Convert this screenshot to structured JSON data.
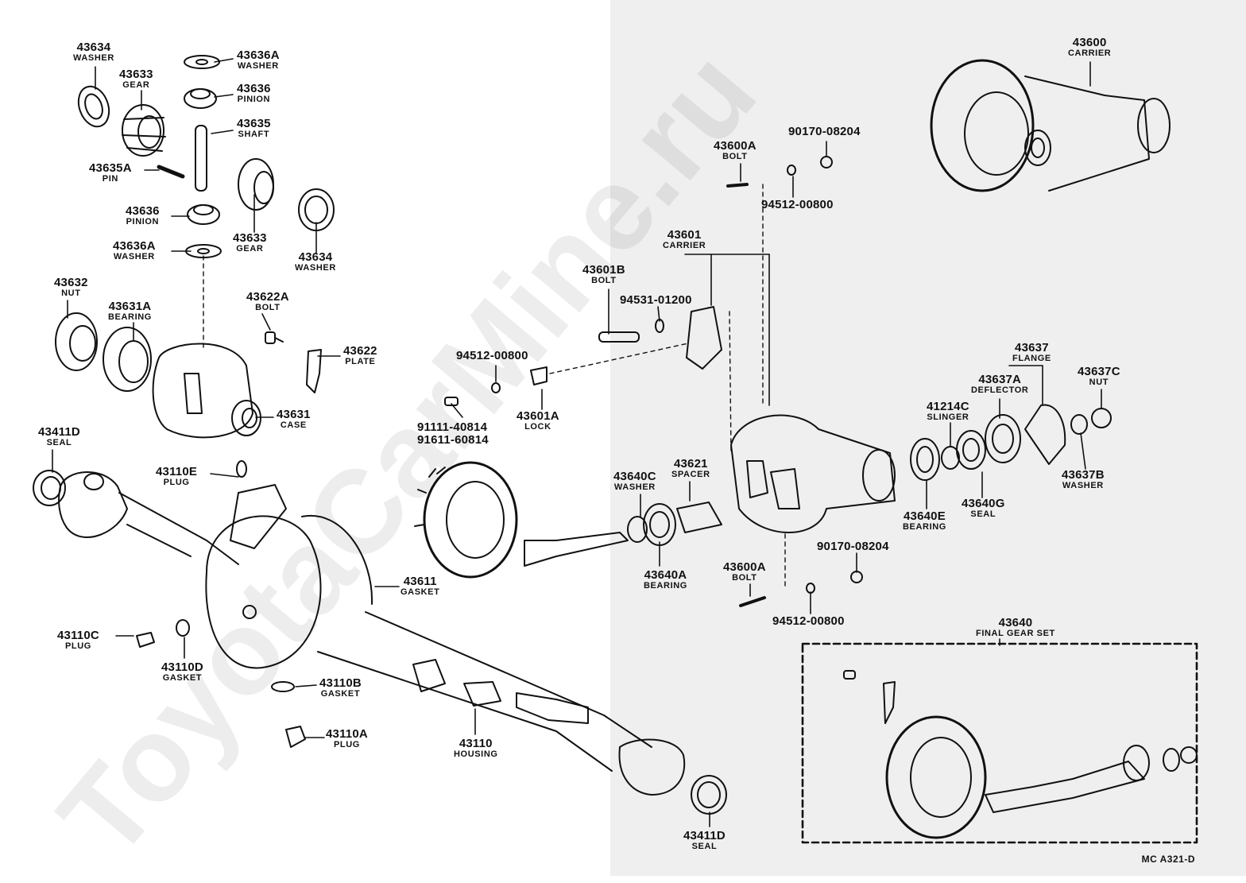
{
  "watermark": "ToyotaCarMine.ru",
  "footer_code": "MC A321-D",
  "callouts": {
    "c43634a": {
      "num": "43634",
      "label": "WASHER"
    },
    "c43636Aa": {
      "num": "43636A",
      "label": "WASHER"
    },
    "c43633a": {
      "num": "43633",
      "label": "GEAR"
    },
    "c43636a": {
      "num": "43636",
      "label": "PINION"
    },
    "c43635": {
      "num": "43635",
      "label": "SHAFT"
    },
    "c43635A": {
      "num": "43635A",
      "label": "PIN"
    },
    "c43636b": {
      "num": "43636",
      "label": "PINION"
    },
    "c43633b": {
      "num": "43633",
      "label": "GEAR"
    },
    "c43634b": {
      "num": "43634",
      "label": "WASHER"
    },
    "c43636Ab": {
      "num": "43636A",
      "label": "WASHER"
    },
    "c43632": {
      "num": "43632",
      "label": "NUT"
    },
    "c43631A": {
      "num": "43631A",
      "label": "BEARING"
    },
    "c43622A": {
      "num": "43622A",
      "label": "BOLT"
    },
    "c43622": {
      "num": "43622",
      "label": "PLATE"
    },
    "c43631": {
      "num": "43631",
      "label": "CASE"
    },
    "c43411Da": {
      "num": "43411D",
      "label": "SEAL"
    },
    "c43110E": {
      "num": "43110E",
      "label": "PLUG"
    },
    "c43611": {
      "num": "43611",
      "label": "GASKET"
    },
    "c43110C": {
      "num": "43110C",
      "label": "PLUG"
    },
    "c43110D": {
      "num": "43110D",
      "label": "GASKET"
    },
    "c43110B": {
      "num": "43110B",
      "label": "GASKET"
    },
    "c43110A": {
      "num": "43110A",
      "label": "PLUG"
    },
    "c43110": {
      "num": "43110",
      "label": "HOUSING"
    },
    "c43411Db": {
      "num": "43411D",
      "label": "SEAL"
    },
    "c94512a": {
      "num": "94512-00800",
      "label": ""
    },
    "c91111": {
      "num": "91111-40814",
      "label": ""
    },
    "c91611": {
      "num": "91611-60814",
      "label": ""
    },
    "c43601A": {
      "num": "43601A",
      "label": "LOCK"
    },
    "c43601B": {
      "num": "43601B",
      "label": "BOLT"
    },
    "c94531": {
      "num": "94531-01200",
      "label": ""
    },
    "c43601": {
      "num": "43601",
      "label": "CARRIER"
    },
    "c43600Aa": {
      "num": "43600A",
      "label": "BOLT"
    },
    "c90170a": {
      "num": "90170-08204",
      "label": ""
    },
    "c94512b": {
      "num": "94512-00800",
      "label": ""
    },
    "c43600": {
      "num": "43600",
      "label": "CARRIER"
    },
    "c43640C": {
      "num": "43640C",
      "label": "WASHER"
    },
    "c43621": {
      "num": "43621",
      "label": "SPACER"
    },
    "c43640A": {
      "num": "43640A",
      "label": "BEARING"
    },
    "c43600Ab": {
      "num": "43600A",
      "label": "BOLT"
    },
    "c90170b": {
      "num": "90170-08204",
      "label": ""
    },
    "c94512c": {
      "num": "94512-00800",
      "label": ""
    },
    "c43637": {
      "num": "43637",
      "label": "FLANGE"
    },
    "c43637A": {
      "num": "43637A",
      "label": "DEFLECTOR"
    },
    "c43637C": {
      "num": "43637C",
      "label": "NUT"
    },
    "c41214C": {
      "num": "41214C",
      "label": "SLINGER"
    },
    "c43640E": {
      "num": "43640E",
      "label": "BEARING"
    },
    "c43640G": {
      "num": "43640G",
      "label": "SEAL"
    },
    "c43637B": {
      "num": "43637B",
      "label": "WASHER"
    },
    "c43640": {
      "num": "43640",
      "label": "FINAL GEAR SET"
    }
  }
}
